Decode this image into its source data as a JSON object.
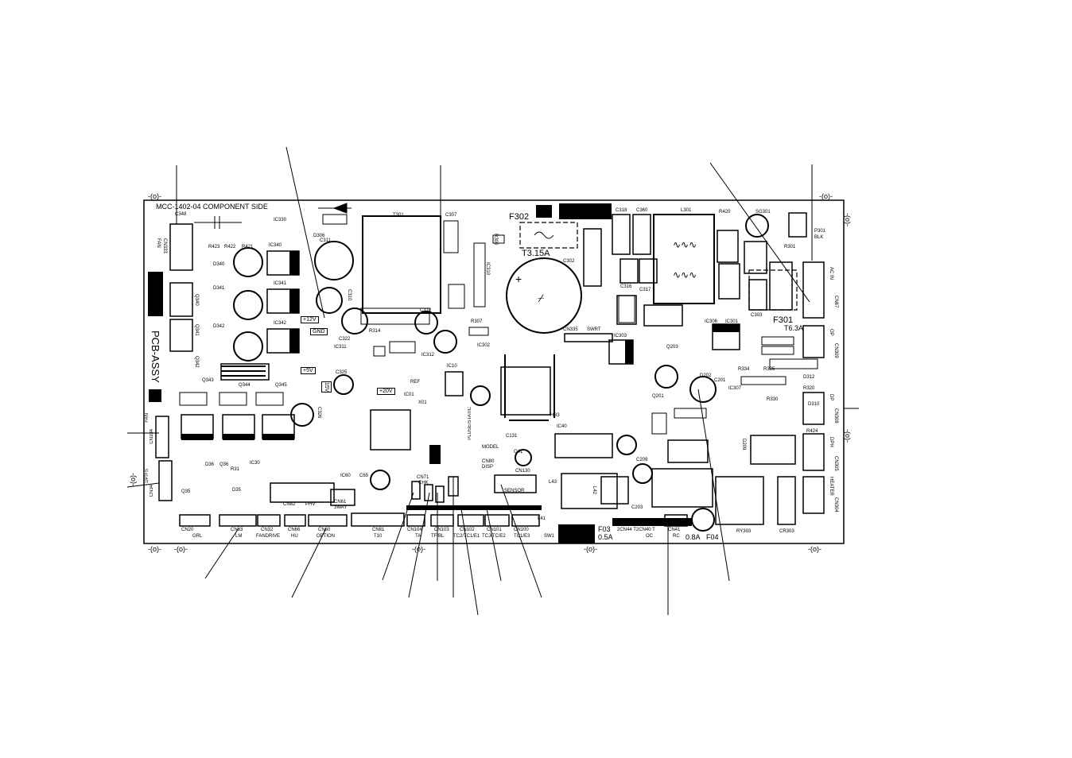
{
  "board": {
    "title": "MCC-1402-04 COMPONENT SIDE",
    "side_label": "PCB-ASSY"
  },
  "fuses": [
    {
      "id": "F302",
      "rating": "T3.15A"
    },
    {
      "id": "F301",
      "rating": "T6.3A"
    },
    {
      "id": "F03",
      "rating": "0.5A"
    },
    {
      "id": "F04",
      "rating": "0.8A"
    }
  ],
  "voltages": [
    "+12V",
    "GND",
    "15V",
    "+5V",
    "+20V"
  ],
  "bottom_connectors": [
    {
      "ref": "CN20",
      "name": "GRL"
    },
    {
      "ref": "CN33",
      "name": "LM"
    },
    {
      "ref": "CN32",
      "name": "FANDRIVE"
    },
    {
      "ref": "CN66",
      "name": "HU"
    },
    {
      "ref": "CN60",
      "name": "OPTION"
    },
    {
      "ref": "CN81",
      "name": "T10"
    },
    {
      "ref": "CN104",
      "name": "TA"
    },
    {
      "ref": "CN103",
      "name": "TF/BL"
    },
    {
      "ref": "CN102",
      "name": "TC2/TC1/E1"
    },
    {
      "ref": "CN101",
      "name": "TCJ/TC/E2"
    },
    {
      "ref": "CN100",
      "name": "TC1/E3"
    },
    {
      "ref": "CN41",
      "name": "RC"
    }
  ],
  "inner_connectors": [
    {
      "ref": "CN82",
      "name": "PHV"
    },
    {
      "ref": "CN61",
      "name": "3WAY"
    },
    {
      "ref": "CN71",
      "name": "CHK"
    },
    {
      "ref": "CN130",
      "name": "SENSOR"
    },
    {
      "ref": "CN80",
      "name": "DISP"
    },
    {
      "ref": "CN335",
      "name": "SWRT"
    }
  ],
  "side_connectors": [
    {
      "ref": "CN333",
      "name": "FAN"
    },
    {
      "ref": "CN334",
      "name": "FAN"
    },
    {
      "ref": "CN34",
      "name": "DP/FS"
    },
    {
      "ref": "CN67",
      "name": "AC IN"
    },
    {
      "ref": "CN309",
      "name": "OP"
    },
    {
      "ref": "CN308",
      "name": "DP"
    },
    {
      "ref": "CN305",
      "name": "DPH"
    },
    {
      "ref": "CN304",
      "name": "HEATER"
    }
  ],
  "misc_labels": {
    "p301": "P301",
    "p301_color": "BLK",
    "mode_text": "PLUSE/STATIC",
    "model_text": "MODEL",
    "ref_text": "REF",
    "hb3": "HB3",
    "ry303": "RY303",
    "cr303": "CR303",
    "bottom_sw": "SW1",
    "bottom_f03_extra": "2CN44 T2CN40 T",
    "oc_text": "OC"
  },
  "components": {
    "ics": [
      "IC340",
      "IC341",
      "IC342",
      "IC330",
      "IC310",
      "IC311",
      "IC312",
      "IC10",
      "IC01",
      "IC302",
      "IC303",
      "IC306",
      "IC307",
      "IC30",
      "IC60",
      "IC40",
      "IC301"
    ],
    "caps": [
      "C348",
      "C311",
      "C310",
      "C312",
      "C307",
      "C302",
      "C318",
      "C360",
      "C316",
      "C317",
      "C303",
      "C201",
      "C203",
      "C209",
      "C322",
      "C325",
      "C326",
      "C131",
      "C65"
    ],
    "transistors": [
      "Q340",
      "Q341",
      "Q342",
      "Q343",
      "Q344",
      "Q345",
      "Q35",
      "Q36",
      "Q41",
      "Q203",
      "Q201"
    ],
    "diodes": [
      "D340",
      "D341",
      "D342",
      "D306",
      "D35",
      "D36",
      "D312",
      "D310",
      "D202",
      "D209"
    ],
    "resistors": [
      "R423",
      "R422",
      "R421",
      "R314",
      "R307",
      "R300",
      "R420",
      "R301",
      "R334",
      "R335",
      "R330",
      "R320",
      "R424",
      "R31"
    ],
    "transformer": "T301",
    "inductors": [
      "L301",
      "L43",
      "L42",
      "L41"
    ],
    "surge": "SG301",
    "crystal": "X01"
  }
}
